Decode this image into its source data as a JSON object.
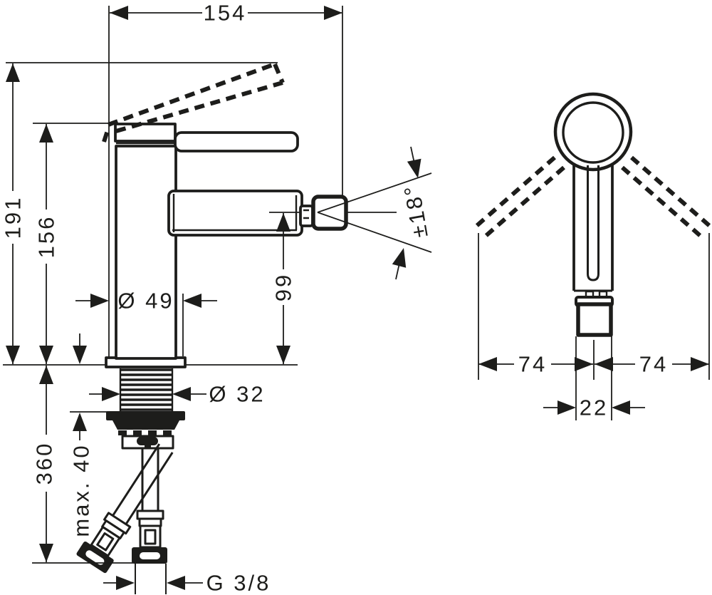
{
  "colors": {
    "background": "#ffffff",
    "ink": "#1d1d1b"
  },
  "front_view": {
    "dimensions": {
      "overall_projection": "154",
      "height_overall": "191",
      "height_to_handle": "156",
      "base_diameter": "Ø 49",
      "spout_outlet_height": "99",
      "spout_swivel_angle": "±18°",
      "shank_diameter": "Ø 32",
      "hose_length": "360",
      "max_mounting_thickness": "max. 40",
      "connection_thread": "G 3/8"
    }
  },
  "side_view": {
    "dimensions": {
      "handle_span_left": "74",
      "handle_span_right": "74",
      "spout_width": "22"
    }
  }
}
